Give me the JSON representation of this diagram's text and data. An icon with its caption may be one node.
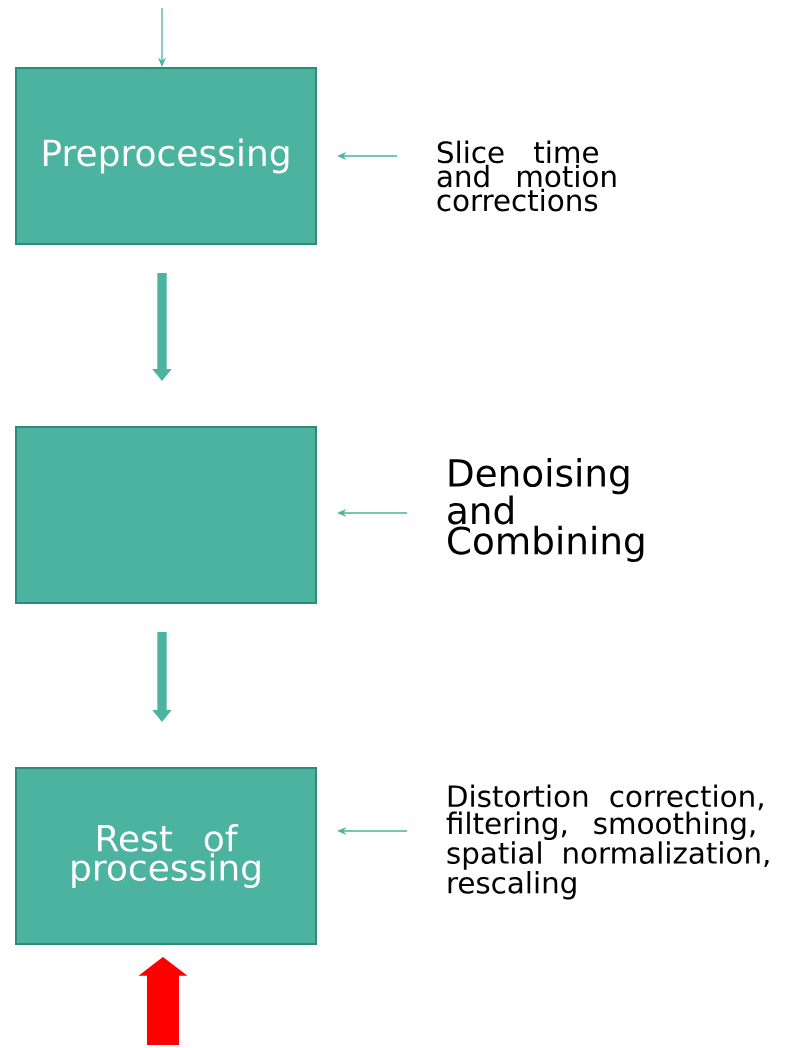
{
  "diagram": {
    "nodes": [
      {
        "text": [
          "Preprocessing"
        ]
      },
      {
        "text": [],
        "shape": "box"
      },
      {
        "text": [
          "Rest of processing"
        ]
      },
      {
        "text": [
          "Slice time and motion corrections"
        ]
      },
      {
        "text": [
          "Denoising and Combining"
        ]
      },
      {
        "text": [
          "Distortion correction, filtering, smoothing, spatial normalization, rescaling"
        ]
      }
    ],
    "edges": [
      {
        "from": null,
        "to": 0,
        "arrow": "to"
      },
      {
        "from": 0,
        "to": 1,
        "arrow": "to",
        "style": "thick"
      },
      {
        "from": 1,
        "to": 2,
        "arrow": "to",
        "style": "thick"
      },
      {
        "from": 3,
        "to": 0,
        "arrow": "to"
      },
      {
        "from": 4,
        "to": 1,
        "arrow": "to"
      },
      {
        "from": 5,
        "to": 2,
        "arrow": "to"
      },
      {
        "from": null,
        "to": 2,
        "arrow": "to",
        "style": "thick",
        "color": "#ff0000"
      }
    ]
  }
}
